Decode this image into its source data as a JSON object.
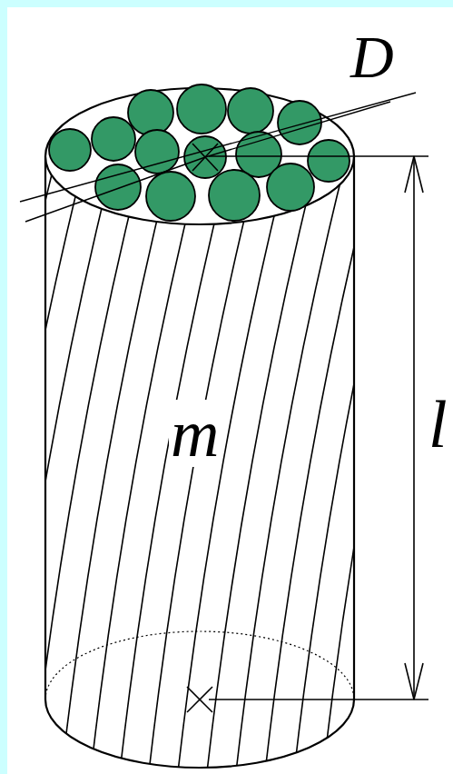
{
  "diagram": {
    "labels": [
      "D",
      "m",
      "l"
    ]
  }
}
